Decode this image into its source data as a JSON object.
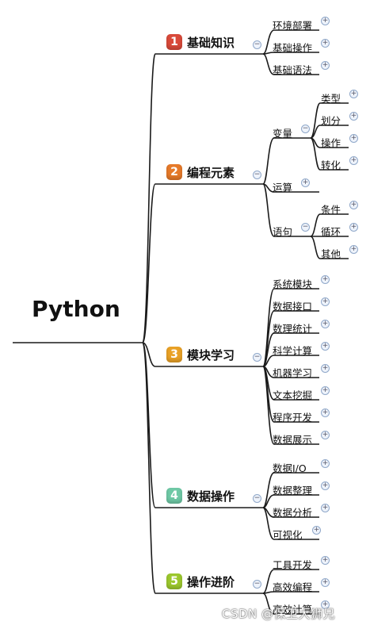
{
  "root": "Python",
  "branches": [
    {
      "num": "1",
      "label": "基础知识",
      "color": "#d94a3a",
      "children": [
        {
          "label": "环境部署"
        },
        {
          "label": "基础操作"
        },
        {
          "label": "基础语法"
        }
      ]
    },
    {
      "num": "2",
      "label": "编程元素",
      "color": "#e67a2a",
      "children": [
        {
          "label": "变量",
          "children": [
            {
              "label": "类型"
            },
            {
              "label": "划分"
            },
            {
              "label": "操作"
            },
            {
              "label": "转化"
            }
          ]
        },
        {
          "label": "运算"
        },
        {
          "label": "语句",
          "children": [
            {
              "label": "条件"
            },
            {
              "label": "循环"
            },
            {
              "label": "其他"
            }
          ]
        }
      ]
    },
    {
      "num": "3",
      "label": "模块学习",
      "color": "#e9a126",
      "children": [
        {
          "label": "系统模块"
        },
        {
          "label": "数据接口"
        },
        {
          "label": "数理统计"
        },
        {
          "label": "科学计算"
        },
        {
          "label": "机器学习"
        },
        {
          "label": "文本挖掘"
        },
        {
          "label": "程序开发"
        },
        {
          "label": "数据展示"
        }
      ]
    },
    {
      "num": "4",
      "label": "数据操作",
      "color": "#6fc9a6",
      "children": [
        {
          "label": "数据I/O"
        },
        {
          "label": "数据整理"
        },
        {
          "label": "数据分析"
        },
        {
          "label": "可视化"
        }
      ]
    },
    {
      "num": "5",
      "label": "操作进阶",
      "color": "#9cc82e",
      "children": [
        {
          "label": "工具开发"
        },
        {
          "label": "高效编程"
        },
        {
          "label": "高效计算"
        }
      ]
    }
  ],
  "watermark": "CSDN @保卫大狮兄",
  "icons": {
    "expanded": "minus-toggle-icon",
    "collapsed": "plus-toggle-icon"
  }
}
